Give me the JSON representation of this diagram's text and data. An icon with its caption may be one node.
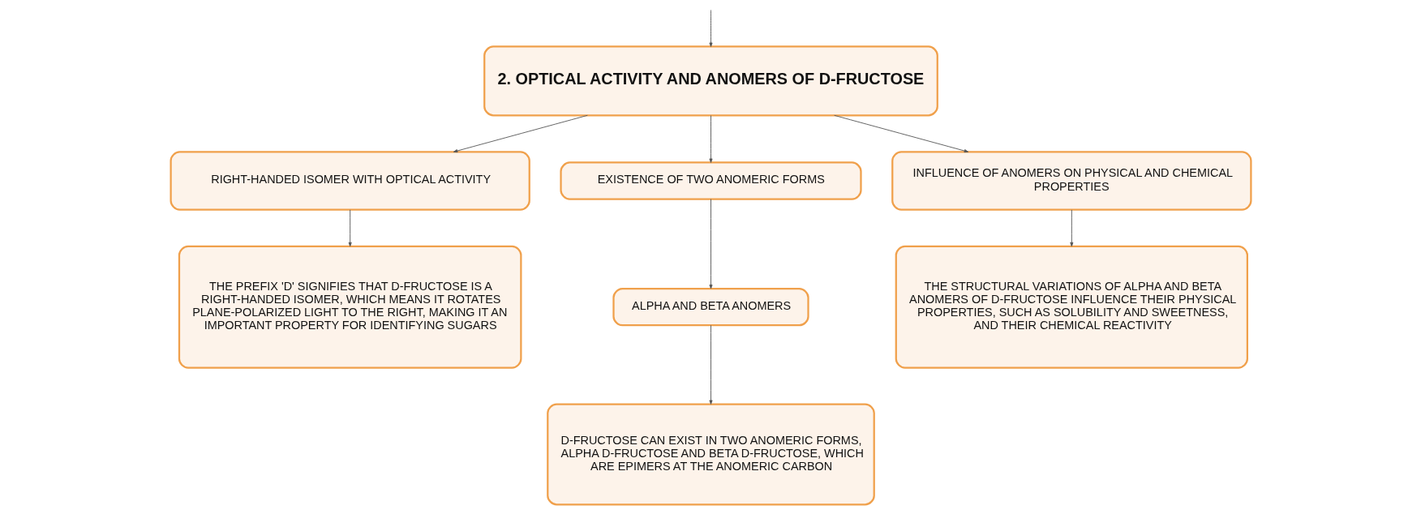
{
  "diagram": {
    "nodes": [
      {
        "text": [
          "2. OPTICAL ACTIVITY AND ANOMERS OF D-FRUCTOSE"
        ]
      },
      {
        "text": [
          "RIGHT-HANDED ISOMER WITH OPTICAL ACTIVITY"
        ]
      },
      {
        "text": [
          "EXISTENCE OF TWO ANOMERIC FORMS"
        ]
      },
      {
        "text": [
          "INFLUENCE OF ANOMERS ON PHYSICAL AND CHEMICAL PROPERTIES"
        ]
      },
      {
        "text": [
          "THE PREFIX 'D' SIGNIFIES THAT D-FRUCTOSE IS A RIGHT-HANDED ISOMER, WHICH MEANS IT ROTATES PLANE-POLARIZED LIGHT TO THE RIGHT, MAKING IT AN IMPORTANT PROPERTY FOR IDENTIFYING SUGARS"
        ]
      },
      {
        "text": [
          "ALPHA AND BETA ANOMERS"
        ]
      },
      {
        "text": [
          "D-FRUCTOSE CAN EXIST IN TWO ANOMERIC FORMS, ALPHA D-FRUCTOSE AND BETA D-FRUCTOSE, WHICH ARE EPIMERS AT THE ANOMERIC CARBON"
        ]
      },
      {
        "text": [
          "THE STRUCTURAL VARIATIONS OF ALPHA AND BETA ANOMERS OF D-FRUCTOSE INFLUENCE THEIR PHYSICAL PROPERTIES, SUCH AS SOLUBILITY AND SWEETNESS, AND THEIR CHEMICAL REACTIVITY"
        ]
      }
    ],
    "edges": [
      {
        "from": null,
        "to": 0,
        "arrow": "to"
      },
      {
        "from": 0,
        "to": 1,
        "arrow": "to"
      },
      {
        "from": 0,
        "to": 2,
        "arrow": "to"
      },
      {
        "from": 0,
        "to": 3,
        "arrow": "to"
      },
      {
        "from": 1,
        "to": 4,
        "arrow": "to"
      },
      {
        "from": 2,
        "to": 5,
        "arrow": "to"
      },
      {
        "from": 5,
        "to": 6,
        "arrow": "to"
      },
      {
        "from": 3,
        "to": 7,
        "arrow": "to"
      }
    ]
  }
}
